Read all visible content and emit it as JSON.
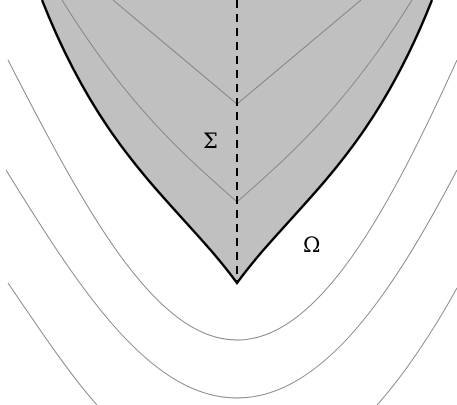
{
  "labels": {
    "sigma": "Σ",
    "omega": "Ω"
  },
  "colors": {
    "region_fill": "#c0c0c0",
    "region_boundary": "#000000",
    "level_lines": "#808080",
    "axis": "#000000",
    "background": "#ffffff"
  },
  "level_set_count_inside": 2,
  "level_set_count_outside": 3
}
